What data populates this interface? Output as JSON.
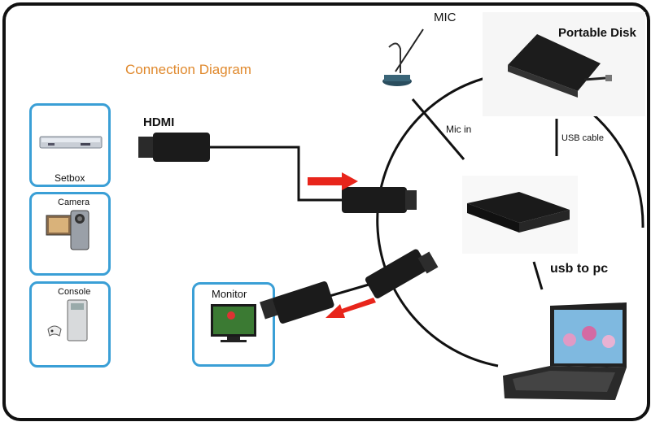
{
  "title": "Connection Diagram",
  "hdmi_label": "HDMI",
  "sources": [
    {
      "label": "Setbox",
      "icon": "setbox-icon"
    },
    {
      "label": "Camera",
      "icon": "camera-icon"
    },
    {
      "label": "Console",
      "icon": "console-icon"
    }
  ],
  "mic_label": "MIC",
  "portable_disk_label": "Portable Disk",
  "mic_in_label": "Mic in",
  "usb_cable_label": "USB cable",
  "usb_to_pc_label": "usb to pc",
  "monitor_label": "Monitor",
  "colors": {
    "accent_orange": "#e0892d",
    "card_border": "#3a9fd6",
    "arrow_red": "#e8251b"
  }
}
